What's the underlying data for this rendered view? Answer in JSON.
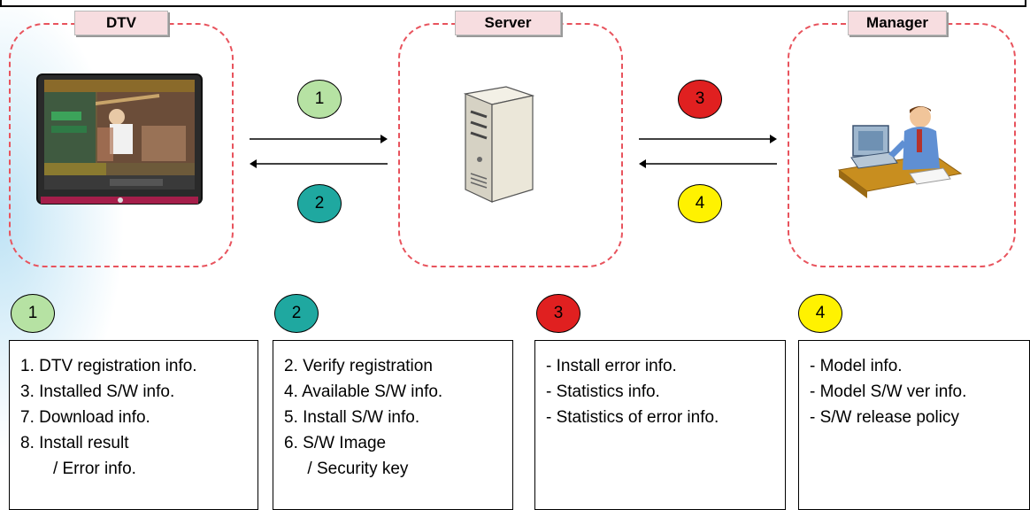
{
  "colors": {
    "zone_border": "#e8535d",
    "label_bg": "#f7dde0",
    "badge1": "#b6e2a3",
    "badge2": "#1fa8a0",
    "badge3": "#e02020",
    "badge4": "#fff200"
  },
  "zones": {
    "dtv": {
      "label": "DTV"
    },
    "server": {
      "label": "Server"
    },
    "manager": {
      "label": "Manager"
    }
  },
  "flow_badges": [
    "1",
    "2",
    "3",
    "4"
  ],
  "legend_badges": [
    "1",
    "2",
    "3",
    "4"
  ],
  "icons": [
    "tv-screen-icon",
    "server-tower-icon",
    "manager-at-desk-icon"
  ],
  "boxes": [
    {
      "lines": [
        "1. DTV registration info.",
        "3. Installed S/W info.",
        "7. Download info.",
        "8. Install result",
        "       / Error info."
      ]
    },
    {
      "lines": [
        "2. Verify registration",
        "4. Available S/W info.",
        "5. Install S/W info.",
        "6. S/W Image",
        "     / Security key"
      ]
    },
    {
      "lines": [
        "- Install error info.",
        "- Statistics info.",
        "- Statistics of error info."
      ]
    },
    {
      "lines": [
        "- Model info.",
        "- Model S/W ver info.",
        "- S/W release policy"
      ]
    }
  ]
}
